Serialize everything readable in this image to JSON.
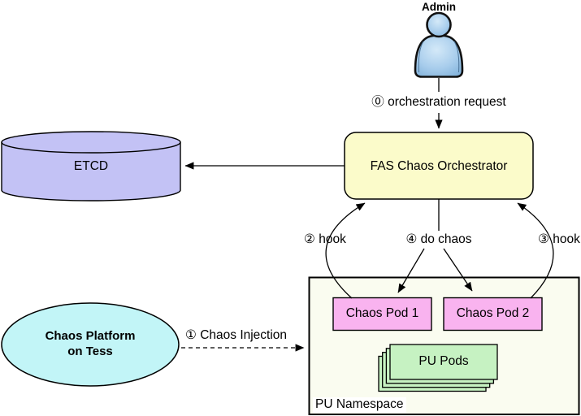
{
  "diagram": {
    "admin": {
      "label": "Admin"
    },
    "etcd": {
      "label": "ETCD"
    },
    "orchestrator": {
      "label": "FAS Chaos Orchestrator"
    },
    "chaos_platform": {
      "line1": "Chaos Platform",
      "line2": "on Tess"
    },
    "pu_namespace": {
      "label": "PU Namespace"
    },
    "chaos_pod_1": {
      "label": "Chaos Pod 1"
    },
    "chaos_pod_2": {
      "label": "Chaos Pod 2"
    },
    "pu_pods": {
      "label": "PU Pods"
    },
    "edges": {
      "orchestration_request": "⓪ orchestration request",
      "chaos_injection": "① Chaos Injection",
      "hook_2": "② hook",
      "hook_3": "③ hook",
      "do_chaos": "④ do chaos"
    },
    "colors": {
      "etcd_fill": "#c3c2f5",
      "orchestrator_fill": "#fbfbca",
      "chaos_pod_fill": "#f9b3ef",
      "pu_pods_fill": "#c6f2c2",
      "pu_namespace_fill": "#fafcf0",
      "platform_fill": "#c2f5f7",
      "person_fill_light": "#d4e9f8",
      "person_fill_dark": "#84b4dc",
      "line_color": "#000000"
    }
  }
}
